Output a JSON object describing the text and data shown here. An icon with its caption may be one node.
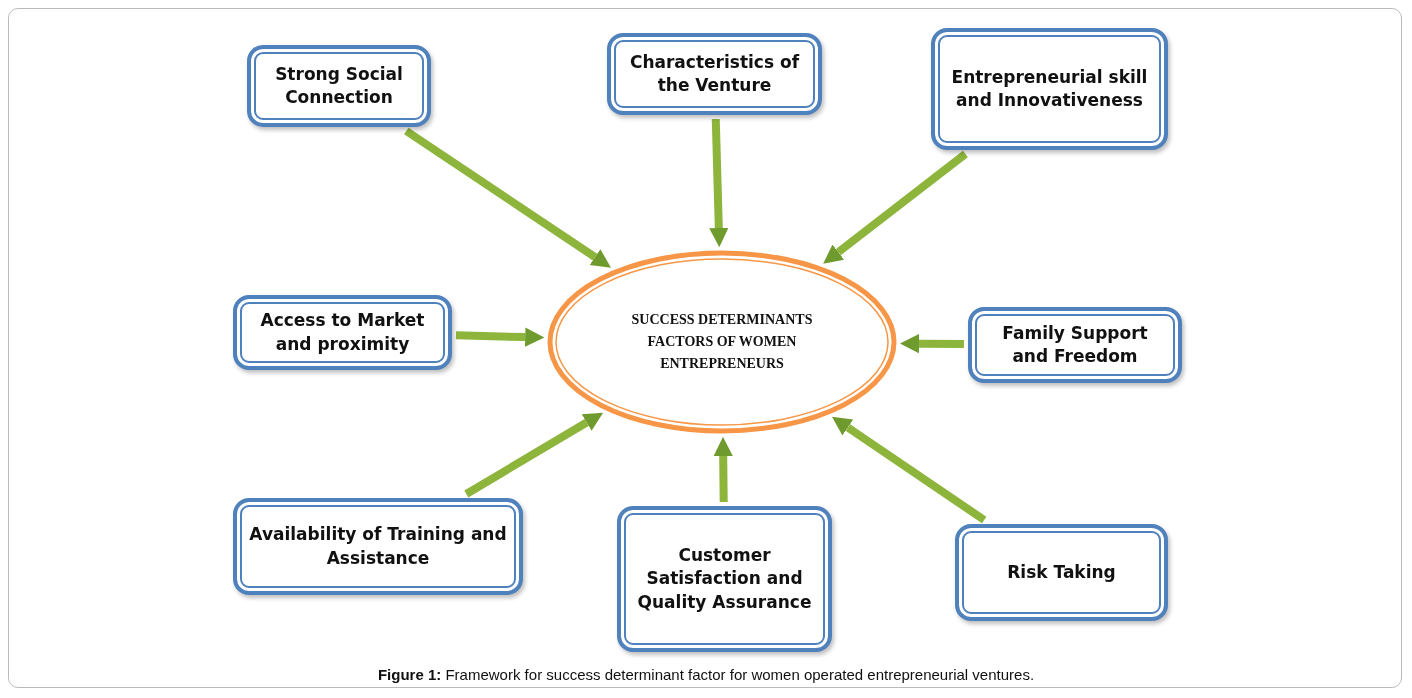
{
  "diagram": {
    "caption": "**Figure 1:** Framework for success determinant factor for women operated entrepreneurial ventures.",
    "nodes": [
      {
        "text": [
          "Strong Social Connection"
        ]
      },
      {
        "text": [
          "Characteristics of the Venture"
        ]
      },
      {
        "text": [
          "Entrepreneurial skill and Innovativeness"
        ]
      },
      {
        "text": [
          "Access to Market and proximity"
        ]
      },
      {
        "text": [
          "SUCCESS DETERMINANTS FACTORS OF WOMEN ENTREPRENEURS"
        ]
      },
      {
        "text": [
          "Family Support and Freedom"
        ]
      },
      {
        "text": [
          "Availability of Training and Assistance"
        ]
      },
      {
        "text": [
          "Customer Satisfaction and Quality Assurance"
        ]
      },
      {
        "text": [
          "Risk Taking"
        ]
      }
    ],
    "edges": [
      {
        "from": 0,
        "to": 4,
        "arrow": "to"
      },
      {
        "from": 1,
        "to": 4,
        "arrow": "to"
      },
      {
        "from": 2,
        "to": 4,
        "arrow": "to"
      },
      {
        "from": 3,
        "to": 4,
        "arrow": "to"
      },
      {
        "from": 5,
        "to": 4,
        "arrow": "to"
      },
      {
        "from": 6,
        "to": 4,
        "arrow": "to"
      },
      {
        "from": 7,
        "to": 4,
        "arrow": "to"
      },
      {
        "from": 8,
        "to": 4,
        "arrow": "to"
      }
    ]
  }
}
